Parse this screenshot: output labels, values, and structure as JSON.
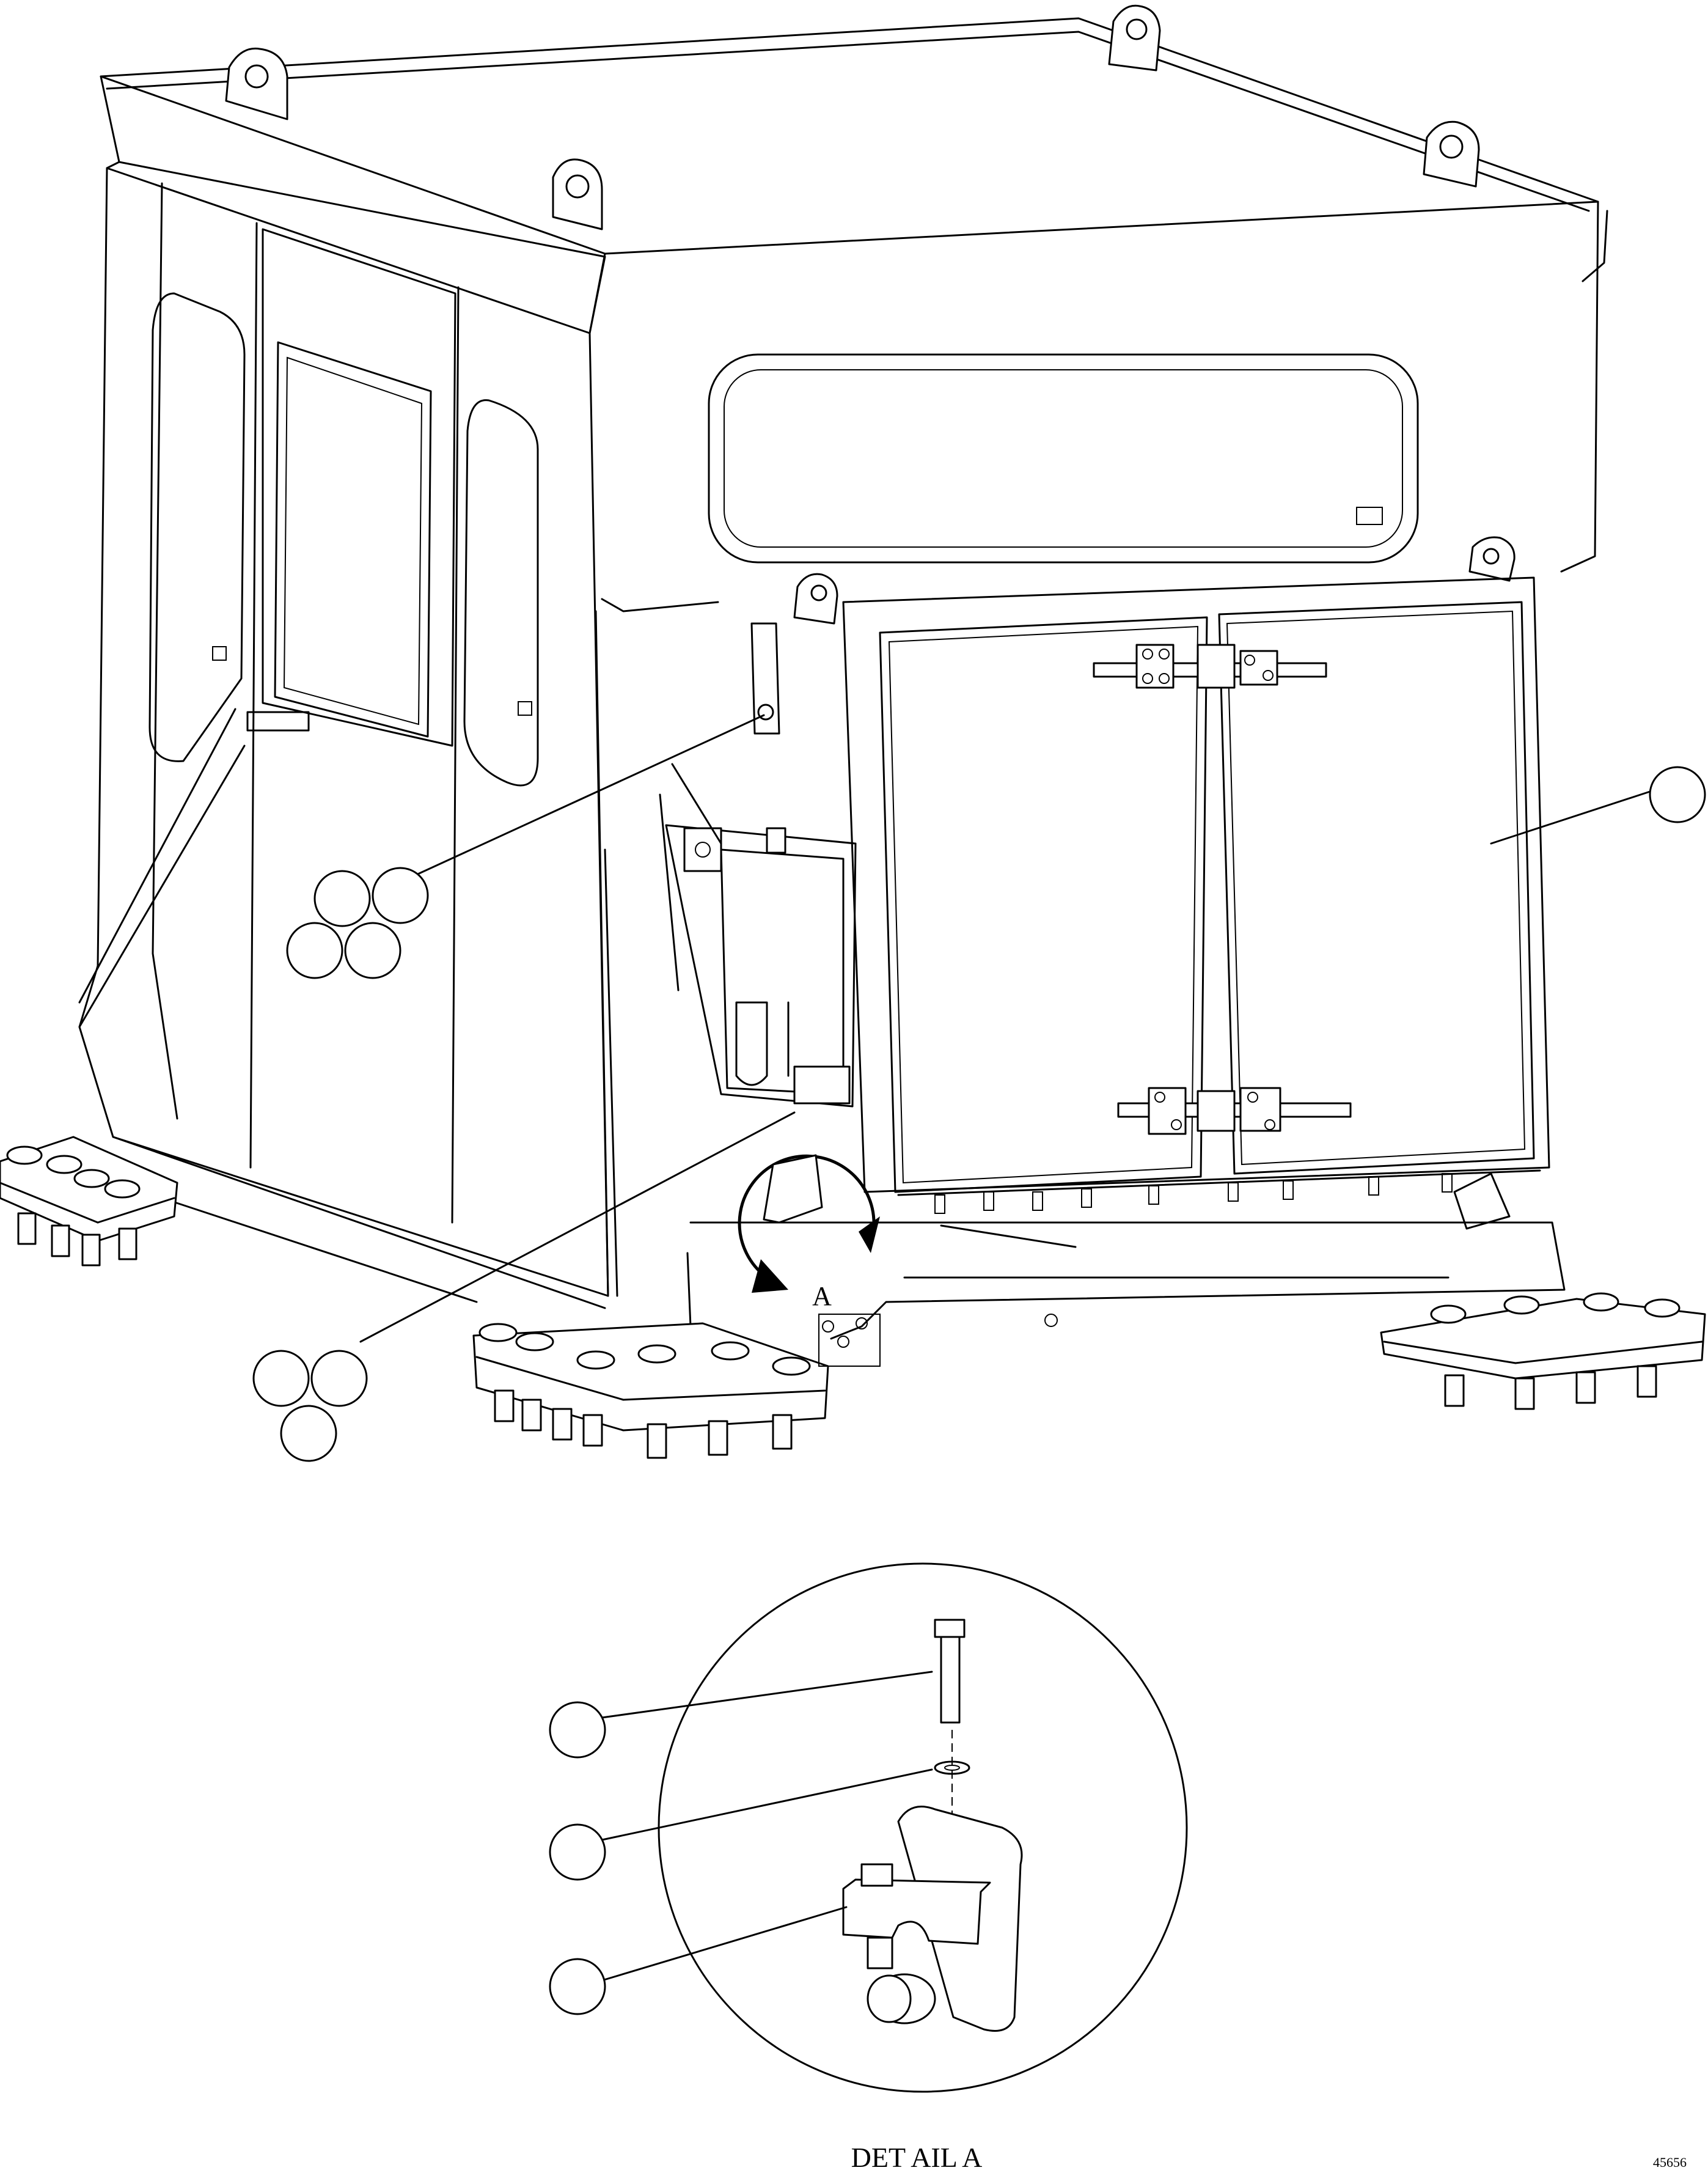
{
  "main_view": {
    "view_label": "A"
  },
  "detail_view": {
    "caption": "DET AIL A"
  },
  "drawing_number": "45656"
}
